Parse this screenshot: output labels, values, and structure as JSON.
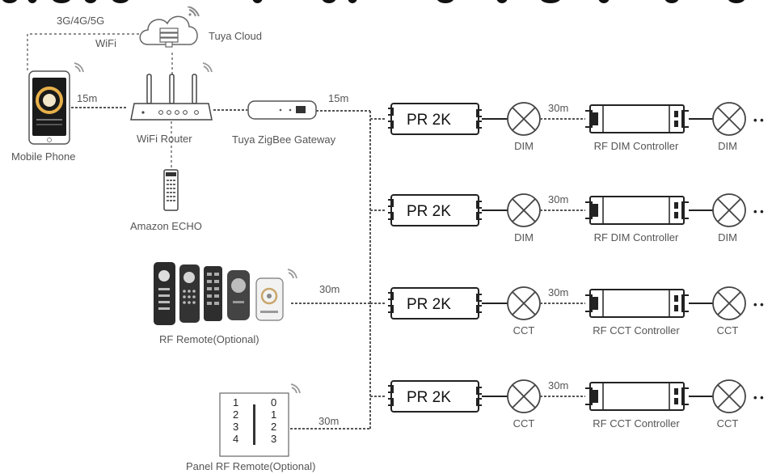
{
  "top": {
    "network_label": "3G/4G/5G",
    "wifi_label": "WiFi",
    "cloud_label": "Tuya Cloud"
  },
  "devices": {
    "phone_label": "Mobile Phone",
    "phone_distance": "15m",
    "router_label": "WiFi Router",
    "gateway_label": "Tuya ZigBee Gateway",
    "gateway_distance": "15m",
    "echo_label": "Amazon ECHO",
    "remote_label": "RF Remote(Optional)",
    "remote_distance": "30m",
    "panel_label": "Panel RF Remote(Optional)",
    "panel_distance": "30m",
    "panel_keys_left": [
      "1",
      "2",
      "3",
      "4"
    ],
    "panel_keys_right": [
      "0",
      "1",
      "2",
      "3"
    ]
  },
  "rows": [
    {
      "receiver": "PR 2K",
      "lamp1": "DIM",
      "distance": "30m",
      "controller": "RF DIM Controller",
      "lamp2": "DIM",
      "more": "• •"
    },
    {
      "receiver": "PR 2K",
      "lamp1": "DIM",
      "distance": "30m",
      "controller": "RF DIM Controller",
      "lamp2": "DIM",
      "more": "• •"
    },
    {
      "receiver": "PR 2K",
      "lamp1": "CCT",
      "distance": "30m",
      "controller": "RF CCT Controller",
      "lamp2": "CCT",
      "more": "• •"
    },
    {
      "receiver": "PR 2K",
      "lamp1": "CCT",
      "distance": "30m",
      "controller": "RF CCT Controller",
      "lamp2": "CCT",
      "more": "• •"
    }
  ],
  "colors": {
    "line": "#555555",
    "text": "#555555",
    "phone_screen": "#1a1a1a",
    "phone_dial": "#e8b04a"
  }
}
